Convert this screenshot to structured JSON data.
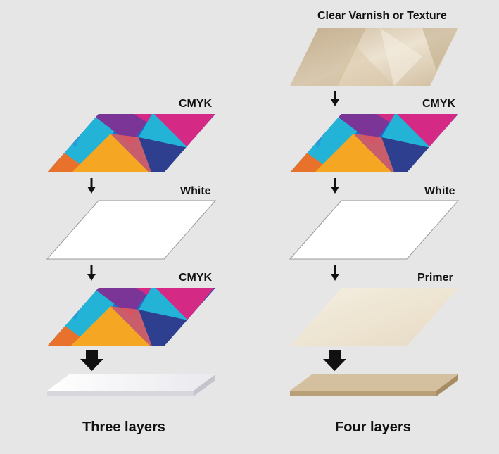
{
  "left_stack": {
    "caption": "Three layers",
    "labels": {
      "top": "CMYK",
      "middle": "White",
      "bottom": "CMYK"
    }
  },
  "right_stack": {
    "caption": "Four layers",
    "labels": {
      "top": "Clear Varnish or Texture",
      "second": "CMYK",
      "third": "White",
      "bottom": "Primer"
    }
  },
  "colors": {
    "background": "#e6e6e6",
    "cmyk_palette": [
      "#1b6fc9",
      "#22b3d6",
      "#f5a623",
      "#e8712b",
      "#7a3596",
      "#d42a86",
      "#2e3f8f"
    ],
    "white_layer": "#ffffff",
    "primer": "#efe6d3",
    "varnish": "#d8c8ae",
    "substrate_clear": "#f2f2f4",
    "substrate_wood": "#cdb894"
  }
}
